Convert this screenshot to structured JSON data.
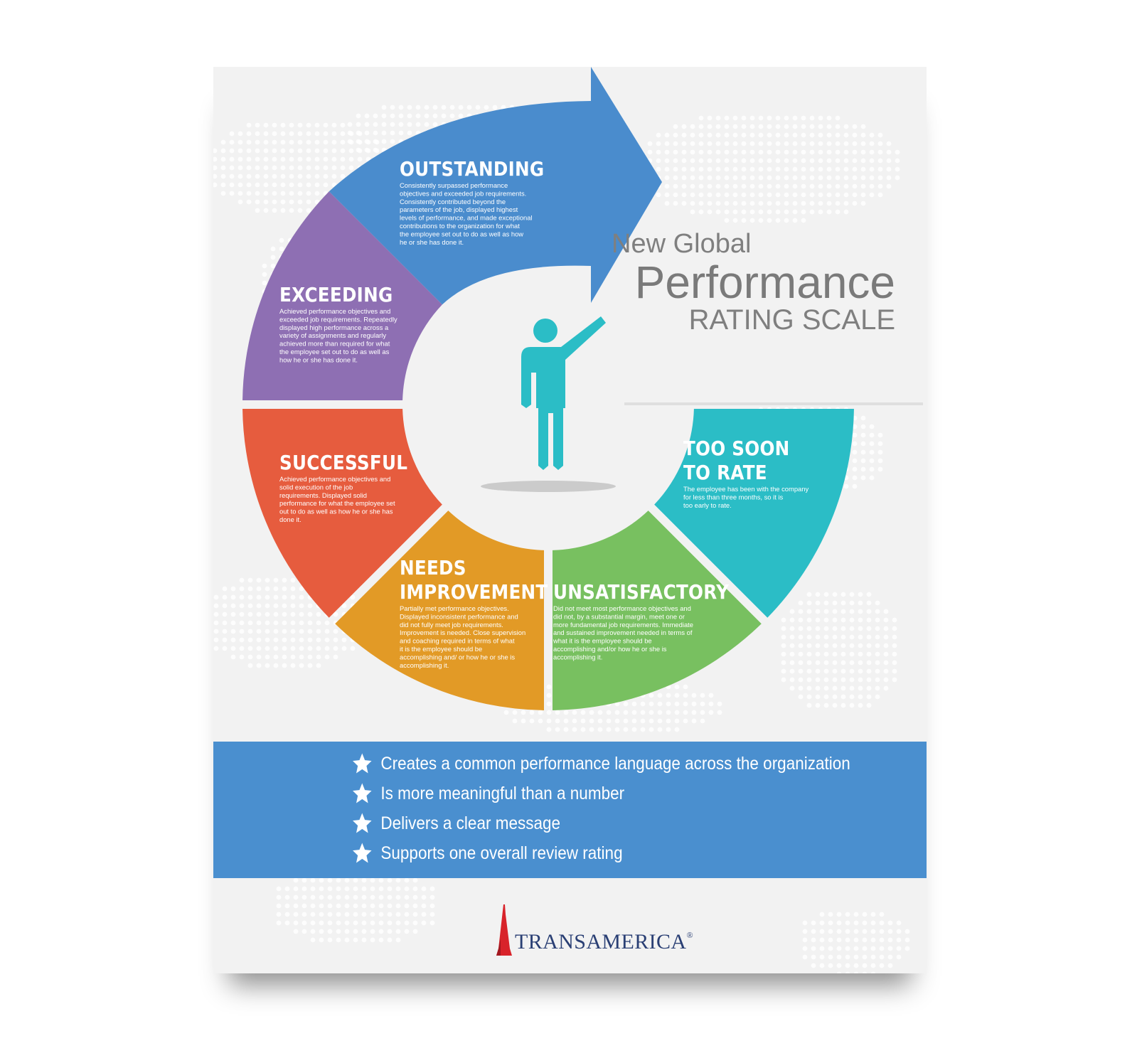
{
  "heading": {
    "line1": "New Global",
    "line2": "Performance",
    "line3": "RATING SCALE"
  },
  "ratings": [
    {
      "id": "outstanding",
      "title_lines": [
        "OUTSTANDING"
      ],
      "description": "Consistently surpassed performance objectives and exceeded job requirements. Consistently contributed beyond the parameters of the job, displayed highest levels of performance, and made exceptional contributions to the organization for what the employee set out to do as well as how he or she has done it.",
      "color": "#4a8ccd"
    },
    {
      "id": "exceeding",
      "title_lines": [
        "EXCEEDING"
      ],
      "description": "Achieved performance objectives and exceeded job requirements. Repeatedly displayed high performance across a variety of assignments and regularly achieved more than required for what the employee set out to do as well as how he or she has done it.",
      "color": "#8e6fb3"
    },
    {
      "id": "successful",
      "title_lines": [
        "SUCCESSFUL"
      ],
      "description": "Achieved performance objectives and solid execution of the job requirements. Displayed solid performance for what the employee set out to do as well as how he or she has done it.",
      "color": "#e65c3e"
    },
    {
      "id": "needs-improvement",
      "title_lines": [
        "NEEDS",
        "IMPROVEMENT"
      ],
      "description": "Partially met performance objectives. Displayed inconsistent performance and did not fully meet job requirements. Improvement is needed. Close supervision and coaching required in terms of what it is the employee should be accomplishing and/ or how he or she is accomplishing it.",
      "color": "#e29a26"
    },
    {
      "id": "unsatisfactory",
      "title_lines": [
        "UNSATISFACTORY"
      ],
      "description": "Did not meet most performance objectives and did not, by a substantial margin, meet one or more fundamental job requirements. Immediate and sustained improvement needed in terms of what it is the employee should be accomplishing and/or how he or she is accomplishing it.",
      "color": "#78c060"
    },
    {
      "id": "too-soon-to-rate",
      "title_lines": [
        "TOO SOON",
        "TO RATE"
      ],
      "description": "The employee has been with the company for less than three months, so it is too early to rate.",
      "color": "#2bbdc6"
    }
  ],
  "figure_color": "#2bbdc6",
  "benefits_band_color": "#4a8fcf",
  "benefits": [
    "Creates a common performance language across the organization",
    "Is more meaningful than a number",
    "Delivers a clear message",
    "Supports one overall review rating"
  ],
  "benefit_icon": "star-icon",
  "logo": {
    "name": "TRANSAMERICA",
    "registered": "®",
    "icon": "pyramid-tower-icon",
    "icon_color": "#d8232a"
  }
}
